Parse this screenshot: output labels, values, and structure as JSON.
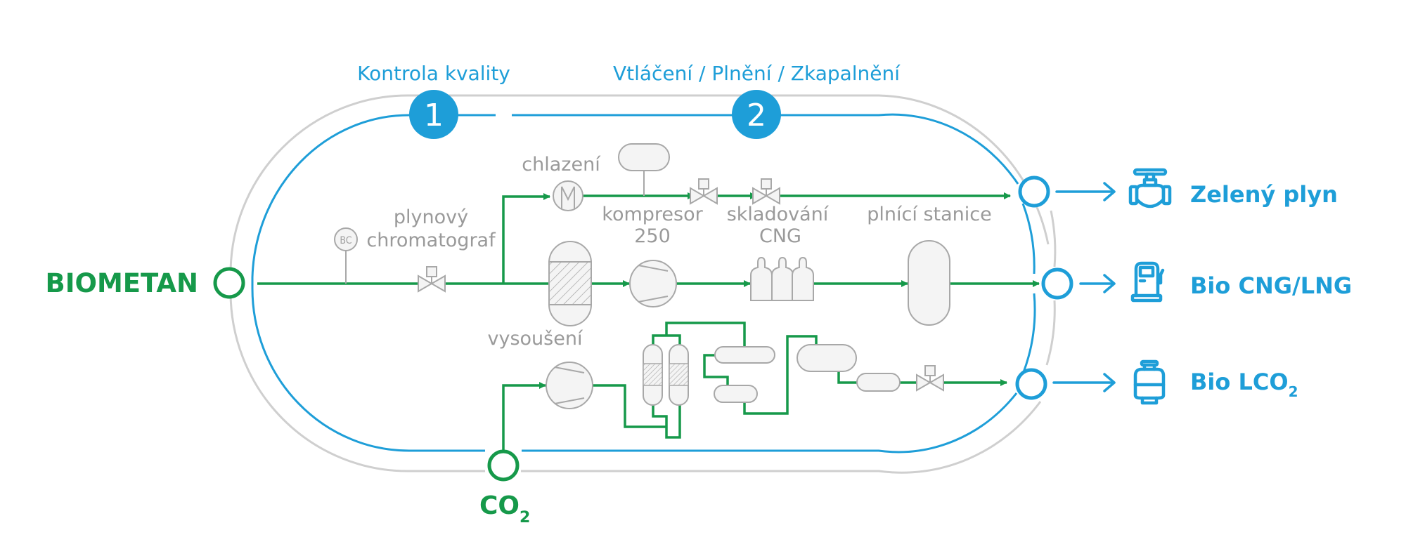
{
  "colors": {
    "blue": "#1e9ed8",
    "green": "#16994a",
    "gray_track": "#cfcfcf",
    "equipment_stroke": "#a8a8a8",
    "equipment_fill": "#f4f4f4",
    "label_gray": "#9a9a9a"
  },
  "stages": [
    {
      "number": "1",
      "title": "Kontrola kvality"
    },
    {
      "number": "2",
      "title": "Vtláčení / Plnění / Zkapalnění"
    }
  ],
  "inputs": {
    "biometan": "BIOMETAN",
    "co2": {
      "base": "CO",
      "sub": "2"
    }
  },
  "equipment_labels": {
    "chromatograph_line1": "plynový",
    "chromatograph_line2": "chromatograf",
    "chromatograph_tag": "BC",
    "cooling": "chlazení",
    "compressor_line1": "kompresor",
    "compressor_line2": "250",
    "storage_line1": "skladování",
    "storage_line2": "CNG",
    "filling_station": "plnící stanice",
    "drying": "vysoušení",
    "cooler_symbol": "M"
  },
  "outputs": [
    {
      "label": "Zelený plyn",
      "sub": "",
      "icon": "valve-icon"
    },
    {
      "label": "Bio CNG/LNG",
      "sub": "",
      "icon": "fuel-pump-icon"
    },
    {
      "label": "Bio LCO",
      "sub": "2",
      "icon": "gas-cylinder-icon"
    }
  ]
}
